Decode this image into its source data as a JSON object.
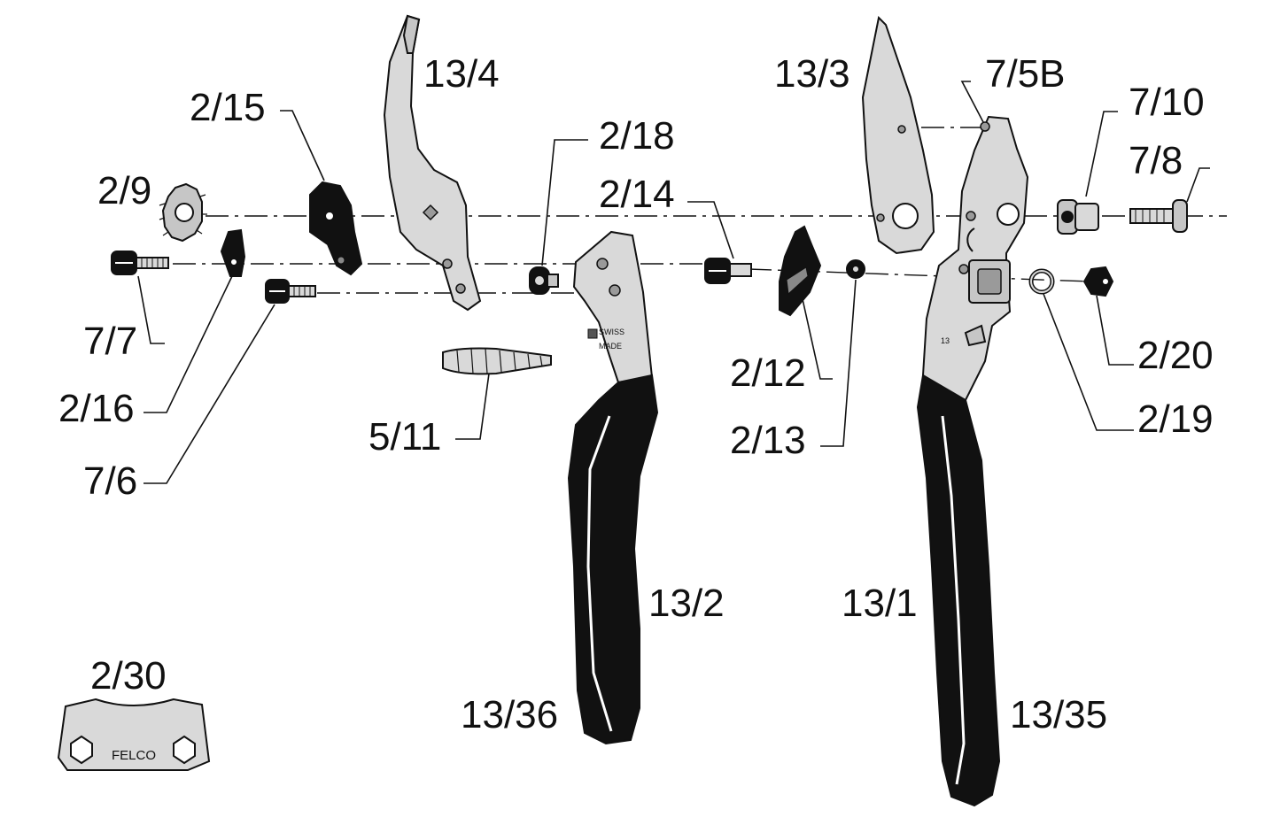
{
  "labels": {
    "p13_4": "13/4",
    "p2_15": "2/15",
    "p2_9": "2/9",
    "p2_18": "2/18",
    "p2_14": "2/14",
    "p13_3": "13/3",
    "p7_5b": "7/5B",
    "p7_10": "7/10",
    "p7_8": "7/8",
    "p7_7": "7/7",
    "p2_16": "2/16",
    "p7_6": "7/6",
    "p5_11": "5/11",
    "p2_12": "2/12",
    "p2_13": "2/13",
    "p2_20": "2/20",
    "p2_19": "2/19",
    "p13_2": "13/2",
    "p13_1": "13/1",
    "p13_36": "13/36",
    "p13_35": "13/35",
    "p2_30": "2/30"
  },
  "stamps": {
    "wrench_brand": "FELCO",
    "lower_handle_model": "13",
    "upper_handle_text_1": "SWISS",
    "upper_handle_text_2": "MADE"
  },
  "colors": {
    "metal": "#d9d9d9",
    "grip": "#111111",
    "line": "#111111"
  }
}
